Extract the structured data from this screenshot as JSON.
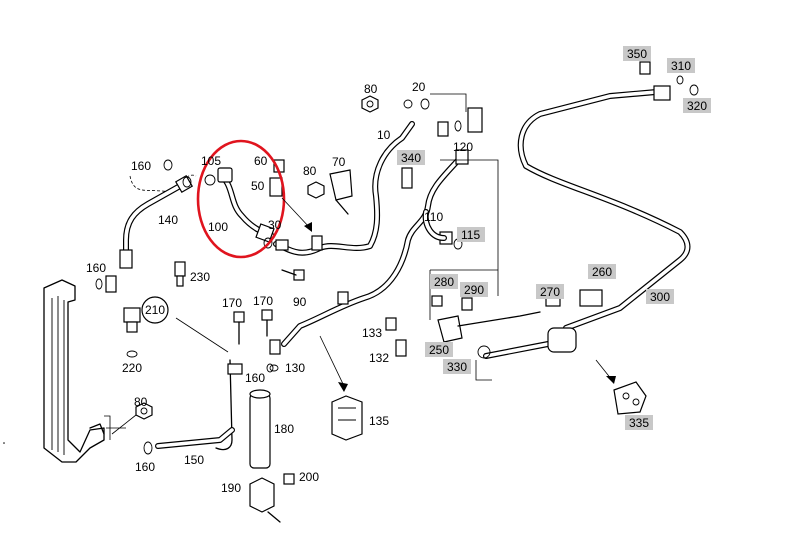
{
  "labels": {
    "l10": "10",
    "l20": "20",
    "l30": "30",
    "l50": "50",
    "l60": "60",
    "l70": "70",
    "l80a": "80",
    "l80b": "80",
    "l80c": "80",
    "l90": "90",
    "l100": "100",
    "l105": "105",
    "l110": "110",
    "l120": "120",
    "l130": "130",
    "l132": "132",
    "l133": "133",
    "l135": "135",
    "l140": "140",
    "l150": "150",
    "l160a": "160",
    "l160b": "160",
    "l160c": "160",
    "l160d": "160",
    "l170a": "170",
    "l170b": "170",
    "l180": "180",
    "l190": "190",
    "l200": "200",
    "l210": "210",
    "l220": "220",
    "l230": "230"
  },
  "tags": {
    "t115": "115",
    "t250": "250",
    "t260": "260",
    "t270": "270",
    "t280": "280",
    "t290": "290",
    "t300": "300",
    "t310": "310",
    "t320": "320",
    "t330": "330",
    "t335": "335",
    "t340": "340",
    "t350": "350"
  },
  "colors": {
    "highlight": "#e0141e",
    "tag_background": "#c8c8c8"
  },
  "icons": {
    "highlight": "highlight-ellipse",
    "callout": "circle-callout"
  }
}
